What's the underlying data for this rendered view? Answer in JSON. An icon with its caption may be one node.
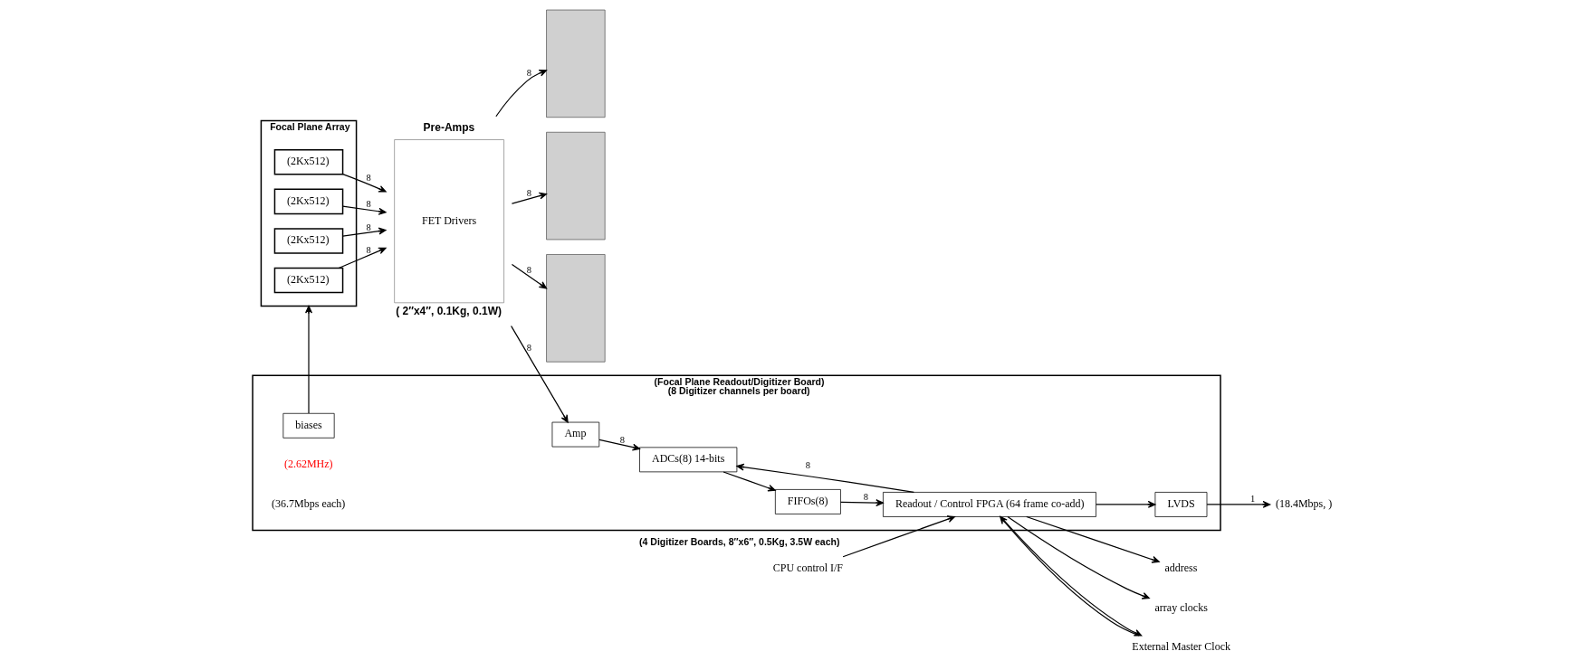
{
  "diagram": {
    "nodes": [
      {
        "text": [
          "Focal Plane Array"
        ]
      },
      {
        "text": [
          "(2Kx512)"
        ],
        "in": 0
      },
      {
        "text": [
          "(2Kx512)"
        ],
        "in": 0
      },
      {
        "text": [
          "(2Kx512)"
        ],
        "in": 0
      },
      {
        "text": [
          "(2Kx512)"
        ],
        "in": 0
      },
      {
        "text": [
          "Pre-Amps",
          "FET Drivers"
        ],
        "beside": [
          "( 2″x4″, 0.1Kg, 0.1W)"
        ]
      },
      {
        "text": [
          "(Focal Plane Readout/Digitizer Board)",
          "(8 Digitizer channels per board)"
        ],
        "beside": [
          "(4 Digitizer Boards, 8″x6″, 0.5Kg, 3.5W each)"
        ]
      },
      {
        "text": [],
        "shape": "box"
      },
      {
        "text": [],
        "shape": "box"
      },
      {
        "text": [],
        "shape": "box"
      },
      {
        "text": [
          "Amp"
        ],
        "in": 6
      },
      {
        "text": [
          "ADCs(8) 14-bits"
        ],
        "in": 6
      },
      {
        "text": [
          "FIFOs(8)"
        ],
        "in": 6
      },
      {
        "text": [
          "Readout / Control FPGA (64 frame co-add)"
        ],
        "in": 6
      },
      {
        "text": [
          "LVDS"
        ],
        "in": 6
      },
      {
        "text": [
          "biases"
        ],
        "in": 6
      },
      {
        "text": [
          "address"
        ]
      },
      {
        "text": [
          "array clocks"
        ]
      },
      {
        "text": [
          "CPU control I/F"
        ]
      },
      {
        "text": [
          "External Master Clock"
        ]
      },
      {
        "text": [
          "(18.4Mbps, )"
        ]
      }
    ],
    "edges": [
      {
        "from": 1,
        "to": 5,
        "arrow": "to",
        "label": "8"
      },
      {
        "from": 2,
        "to": 5,
        "arrow": "to",
        "label": "8"
      },
      {
        "from": 3,
        "to": 5,
        "arrow": "to",
        "label": "8"
      },
      {
        "from": 4,
        "to": 5,
        "arrow": "to",
        "label": "8"
      },
      {
        "from": 5,
        "to": 7,
        "arrow": "to",
        "label": "8"
      },
      {
        "from": 5,
        "to": 8,
        "arrow": "to",
        "label": "8"
      },
      {
        "from": 5,
        "to": 9,
        "arrow": "to",
        "label": "8"
      },
      {
        "from": 5,
        "to": 10,
        "arrow": "to",
        "label": "8"
      },
      {
        "from": 10,
        "to": 11,
        "arrow": "to",
        "label": "8"
      },
      {
        "from": 11,
        "to": 12,
        "arrow": "to"
      },
      {
        "from": 13,
        "to": 11,
        "arrow": "to",
        "label": "8"
      },
      {
        "from": 12,
        "to": 13,
        "arrow": "to",
        "label": "8"
      },
      {
        "from": 13,
        "to": 14,
        "arrow": "to"
      },
      {
        "from": 14,
        "to": 20,
        "arrow": "to",
        "label": "1"
      },
      {
        "from": 13,
        "to": 16,
        "arrow": "to"
      },
      {
        "from": 13,
        "to": 17,
        "arrow": "to"
      },
      {
        "from": 18,
        "to": 13,
        "arrow": "to"
      },
      {
        "from": 13,
        "to": 19,
        "arrow": "to"
      },
      {
        "from": 19,
        "to": 13,
        "arrow": "to"
      },
      {
        "from": 15,
        "to": 0,
        "arrow": "to"
      }
    ],
    "labels": [
      "(2.62MHz)",
      "(36.7Mbps each)"
    ]
  }
}
